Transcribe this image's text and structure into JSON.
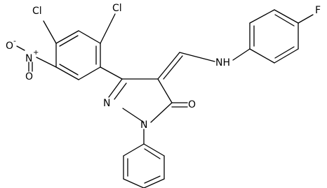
{
  "molecule": {
    "atoms": {
      "cl_top": "Cl",
      "cl_left": "Cl",
      "nitro_n": "N",
      "nitro_plus": "+",
      "nitro_o_left": "O",
      "nitro_o_left_minus": "-",
      "nitro_o_bottom": "O",
      "pyrazole_n2": "N",
      "pyrazole_n1": "N",
      "carbonyl_o": "O",
      "amine": "NH",
      "fluorine": "F"
    }
  }
}
